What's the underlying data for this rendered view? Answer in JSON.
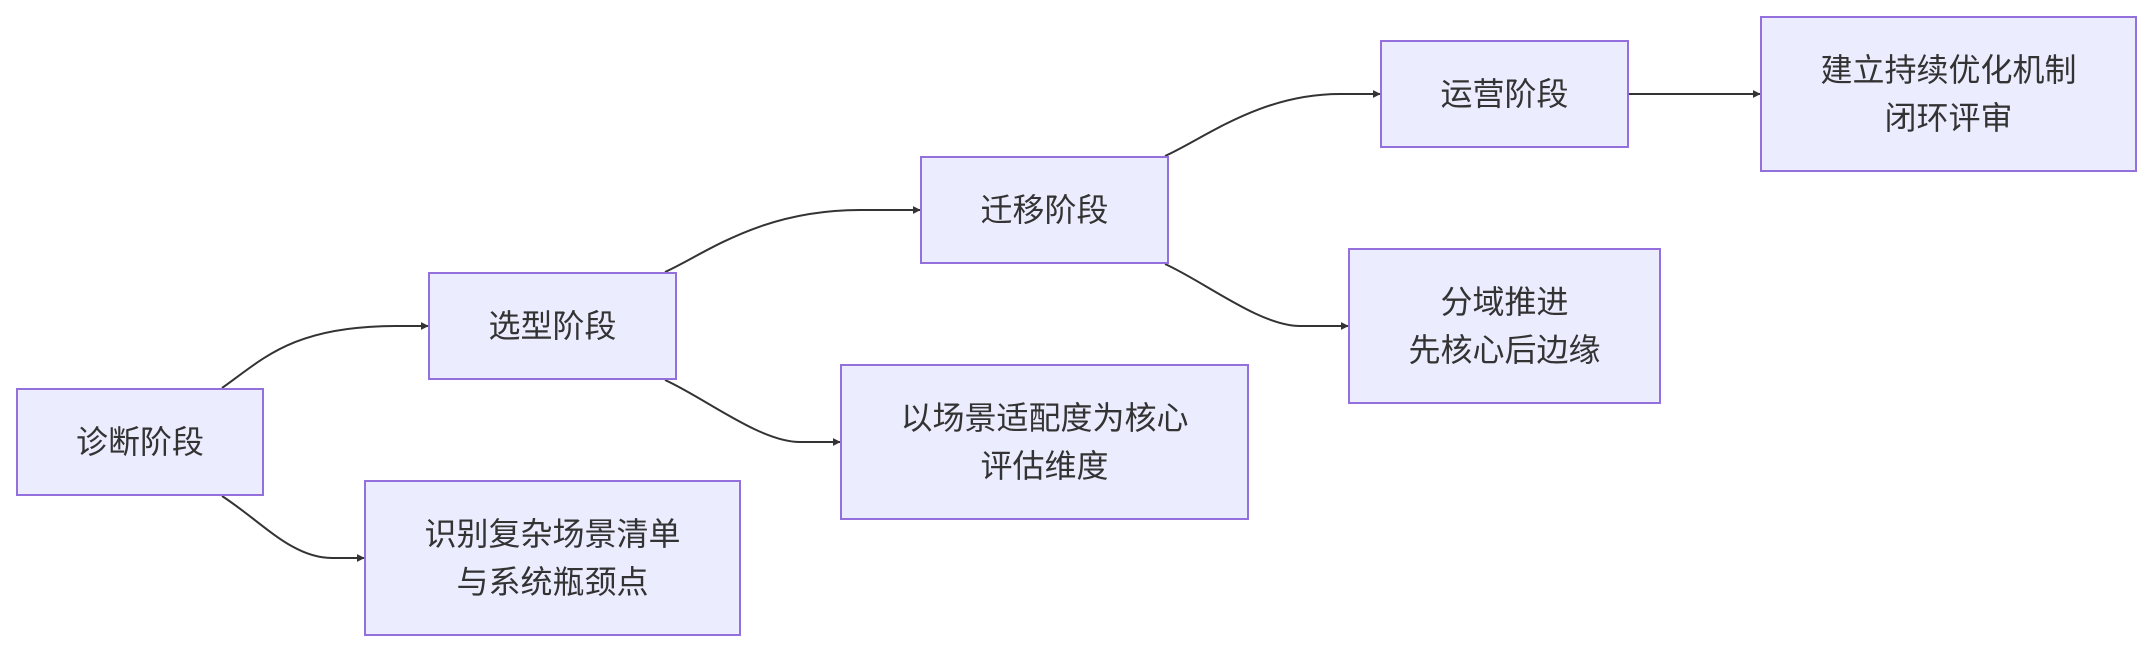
{
  "flow": {
    "nodes": {
      "diagnose": {
        "lines": [
          "诊断阶段"
        ]
      },
      "diagnose_out": {
        "lines": [
          "识别复杂场景清单",
          "与系统瓶颈点"
        ]
      },
      "select": {
        "lines": [
          "选型阶段"
        ]
      },
      "select_out": {
        "lines": [
          "以场景适配度为核心",
          "评估维度"
        ]
      },
      "migrate": {
        "lines": [
          "迁移阶段"
        ]
      },
      "migrate_out": {
        "lines": [
          "分域推进",
          "先核心后边缘"
        ]
      },
      "operate": {
        "lines": [
          "运营阶段"
        ]
      },
      "operate_out": {
        "lines": [
          "建立持续优化机制",
          "闭环评审"
        ]
      }
    },
    "edges": [
      [
        "diagnose",
        "select"
      ],
      [
        "diagnose",
        "diagnose_out"
      ],
      [
        "select",
        "migrate"
      ],
      [
        "select",
        "select_out"
      ],
      [
        "migrate",
        "operate"
      ],
      [
        "migrate",
        "migrate_out"
      ],
      [
        "operate",
        "operate_out"
      ]
    ],
    "colors": {
      "fill": "#ececff",
      "stroke": "#9370db",
      "edge": "#333333",
      "text": "#333333"
    }
  }
}
